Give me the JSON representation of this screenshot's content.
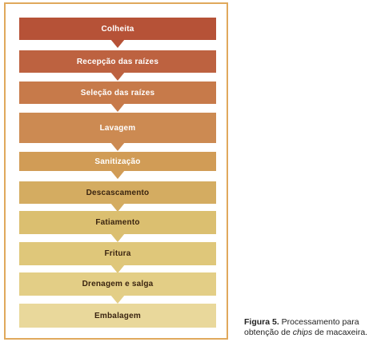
{
  "steps": [
    {
      "label": "Colheita",
      "color": "#b65237"
    },
    {
      "label": "Recepção das raízes",
      "color": "#bd6240"
    },
    {
      "label": "Seleção das raízes",
      "color": "#c77a4a"
    },
    {
      "label": "Lavagem",
      "color": "#cc8a52"
    },
    {
      "label": "Sanitização",
      "color": "#d19c56"
    },
    {
      "label": "Descascamento",
      "color": "#d4ac61"
    },
    {
      "label": "Fatiamento",
      "color": "#dbbf70"
    },
    {
      "label": "Fritura",
      "color": "#dfc77a"
    },
    {
      "label": "Drenagem e salga",
      "color": "#e3ce86"
    },
    {
      "label": "Embalagem",
      "color": "#e9d89b"
    }
  ],
  "caption": {
    "figure": "Figura 5.",
    "text_before": " Processamento para obtenção de ",
    "italic": "chips",
    "text_after": " de macaxeira."
  }
}
